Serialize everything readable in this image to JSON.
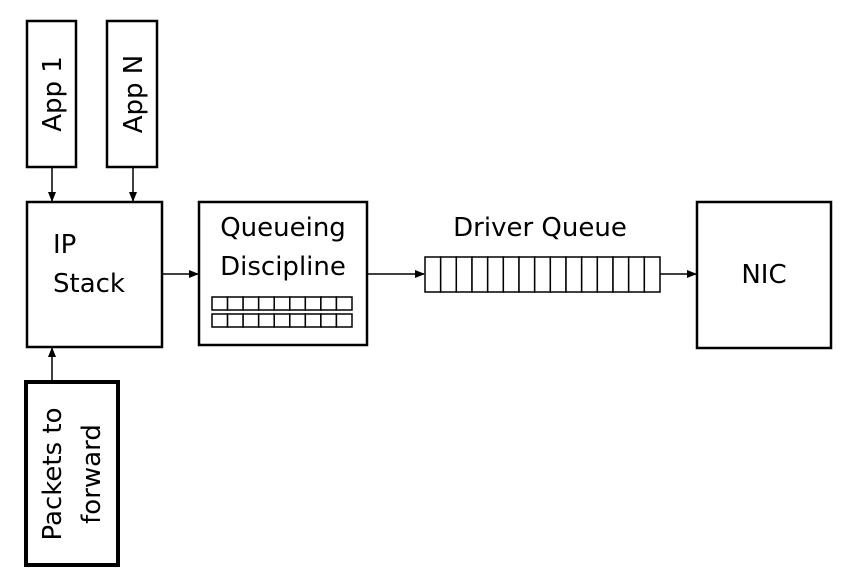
{
  "diagram": {
    "nodes": {
      "app1": {
        "label": "App 1"
      },
      "appN": {
        "label": "App N"
      },
      "ip_stack": {
        "line1": "IP",
        "line2": "Stack"
      },
      "queueing_discipline": {
        "line1": "Queueing",
        "line2": "Discipline"
      },
      "driver_queue": {
        "label": "Driver Queue"
      },
      "nic": {
        "label": "NIC"
      },
      "packets_to_forward": {
        "line1": "Packets to",
        "line2": "forward"
      }
    },
    "edges": [
      {
        "from": "App 1",
        "to": "IP Stack"
      },
      {
        "from": "App N",
        "to": "IP Stack"
      },
      {
        "from": "Packets to forward",
        "to": "IP Stack"
      },
      {
        "from": "IP Stack",
        "to": "Queueing Discipline"
      },
      {
        "from": "Queueing Discipline",
        "to": "Driver Queue"
      },
      {
        "from": "Driver Queue",
        "to": "NIC"
      }
    ]
  }
}
